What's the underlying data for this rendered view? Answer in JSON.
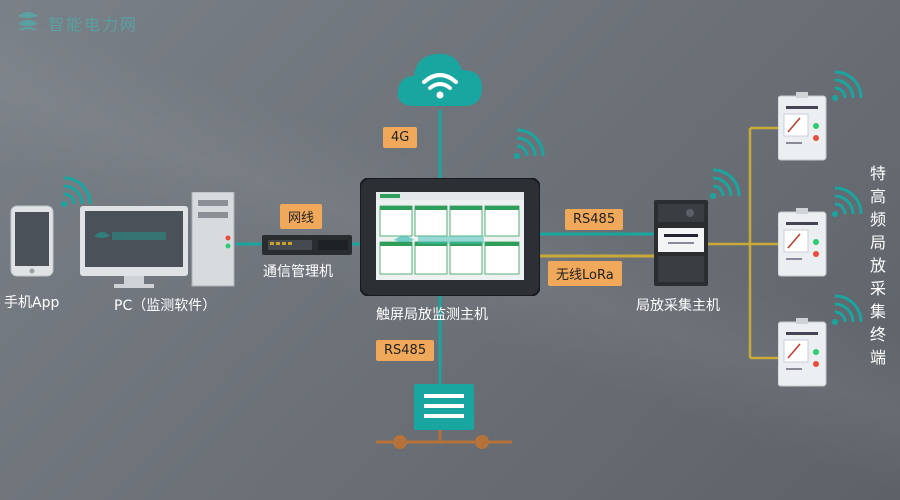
{
  "brand": {
    "logo_text": "智能电力网"
  },
  "devices": {
    "phone": "手机App",
    "pc": "PC（监测软件）",
    "switch": "通信管理机",
    "main_host": "触屏局放监测主机",
    "collector": "局放采集主机",
    "terminals": "特高频局放采集终端"
  },
  "links": {
    "cloud": "4G",
    "network": "网线",
    "rs485_right": "RS485",
    "lora": "无线LoRa",
    "rs485_bottom": "RS485"
  },
  "colors": {
    "teal": "#1aa6a0",
    "orange_tag": "#f0a85a",
    "yellow_line": "#c8a93a",
    "bus_brown": "#b5723a"
  }
}
